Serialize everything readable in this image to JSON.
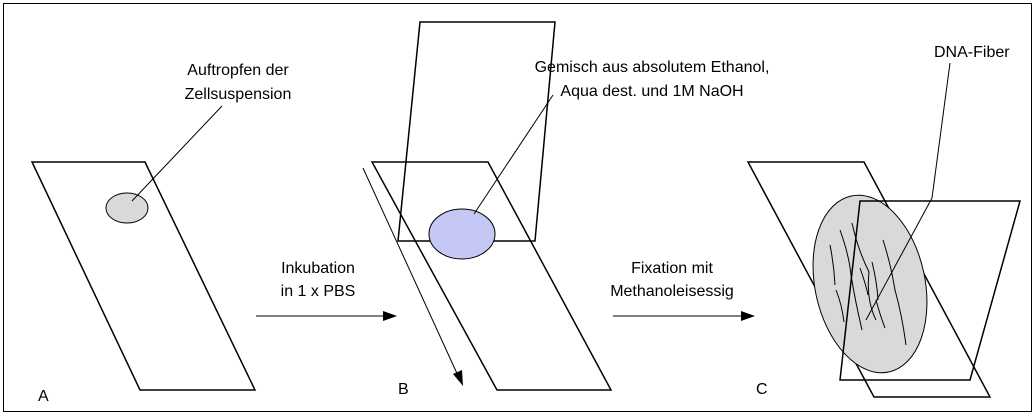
{
  "labels": {
    "a_annotation_line1": "Auftropfen der",
    "a_annotation_line2": "Zellsuspension",
    "b_annotation_line1": "Gemisch aus absolutem Ethanol,",
    "b_annotation_line2": "Aqua dest. und 1M NaOH",
    "c_annotation": "DNA-Fiber",
    "step1_line1": "Inkubation",
    "step1_line2": "in 1 x PBS",
    "step2_line1": "Fixation mit",
    "step2_line2": "Methanoleisessig",
    "panel_a": "A",
    "panel_b": "B",
    "panel_c": "C"
  },
  "colors": {
    "drop_a": "#d9d9d9",
    "drop_b": "#c5c8f5",
    "spread_c": "#d9d9d9",
    "stroke": "#000000"
  }
}
